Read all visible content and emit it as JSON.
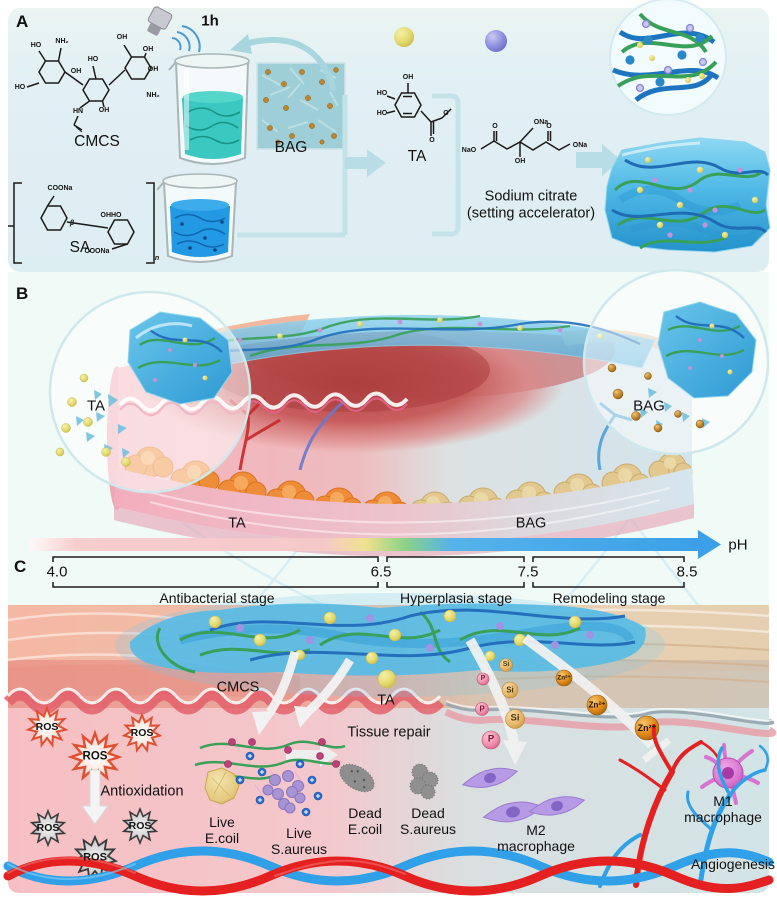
{
  "panelA": {
    "label": "A",
    "sonication_time": "1h",
    "cmcs": {
      "name": "CMCS",
      "atoms": [
        "HO",
        "NH₂",
        "OH",
        "HO",
        "OH",
        "OH",
        "HO",
        "OH",
        "NH₂",
        "HN",
        "OH"
      ]
    },
    "sa": {
      "name": "SA",
      "atoms": [
        "COONa",
        "OHHO",
        "COONa",
        "β",
        "n"
      ]
    },
    "bag": {
      "name": "BAG"
    },
    "ta": {
      "name": "TA",
      "atoms": [
        "OH",
        "HO",
        "HO",
        "O",
        "O"
      ]
    },
    "citrate": {
      "name": "Sodium citrate",
      "subtitle": "(setting accelerator)",
      "atoms": [
        "ONa",
        "NaO",
        "ONa",
        "O",
        "O",
        "OH"
      ]
    }
  },
  "panelB": {
    "label": "B",
    "inset_left_label": "TA",
    "inset_right_label": "BAG",
    "bar_ta_label": "TA",
    "bar_bag_label": "BAG",
    "ph_label": "pH",
    "ticks": [
      "4.0",
      "6.5",
      "7.5",
      "8.5"
    ],
    "stages": [
      "Antibacterial stage",
      "Hyperplasia stage",
      "Remodeling stage"
    ]
  },
  "panelC": {
    "label": "C",
    "cmcs_label": "CMCS",
    "ta_label": "TA",
    "tissue_repair_label": "Tissue repair",
    "ros_label": "ROS",
    "antioxidation_label": "Antioxidation",
    "live_ecoli_label": "Live\nE.coil",
    "live_saureus_label": "Live\nS.aureus",
    "dead_ecoli_label": "Dead\nE.coil",
    "dead_saureus_label": "Dead\nS.aureus",
    "m2_label": "M2\nmacrophage",
    "m1_label": "M1\nmacrophage",
    "angiogenesis_label": "Angiogenesis",
    "ions": {
      "si": "Si",
      "p": "P",
      "zn": "Zn²⁺"
    }
  },
  "palette": {
    "panel_a_bg": "#e2eff3",
    "panel_b_bg": "#f0faf6",
    "hydrogel_blue": "#4fb9e6",
    "strand_green": "#3aa058",
    "strand_blue": "#2470bc",
    "ta_yellow": "#e3d96e",
    "citrate_purple": "#8c8ce0",
    "bag_gold": "#c0842a",
    "si_tan": "#e8b96a",
    "p_pink": "#ef8fae",
    "zn_orange": "#e08818",
    "ros_red": "#e05030",
    "ros_gray": "#9a9a9a",
    "vessel_red": "#e42020",
    "vessel_blue": "#30a0e8",
    "connector_teal": "#bfe0e8",
    "ph_bar_blue": "#3ba0e8"
  }
}
